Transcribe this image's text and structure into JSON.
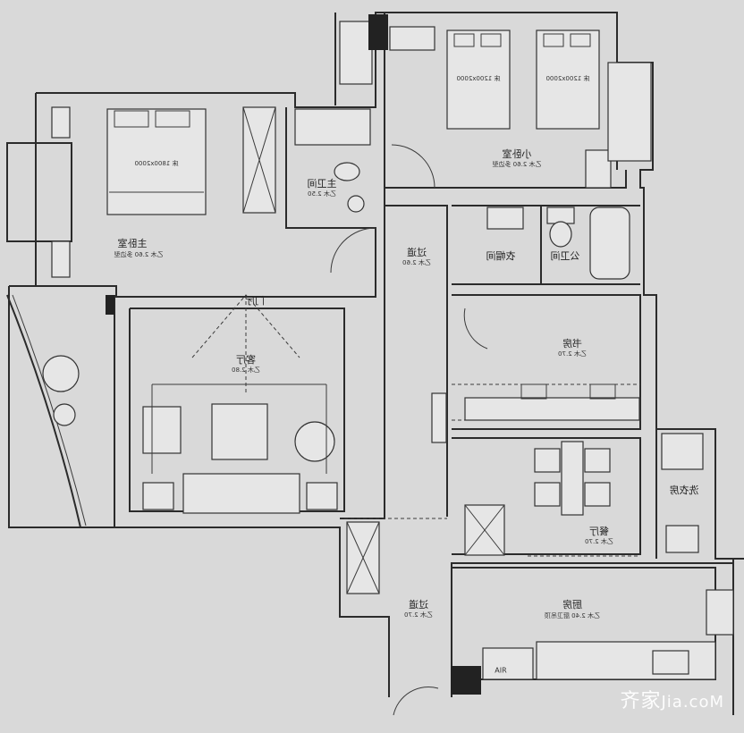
{
  "rooms": {
    "master_bedroom": {
      "label": "主卧室",
      "note": "乙木 2.60 多边型"
    },
    "living_room": {
      "label": "客厅",
      "note": "乙木 2.80"
    },
    "second_bedroom": {
      "label": "小卧室",
      "note": "乙木 2.60 多边型"
    },
    "study": {
      "label": "书房",
      "note": "乙木 2.70"
    },
    "dining": {
      "label": "餐厅",
      "note": "乙木 2.70"
    },
    "kitchen": {
      "label": "厨房",
      "note": "乙木 2.40 厨卫吊顶"
    },
    "corridor_upper": {
      "label": "过道",
      "note": "乙木 2.60"
    },
    "corridor_lower": {
      "label": "过道",
      "note": "乙木 2.70"
    },
    "master_bath": {
      "label": "主卫间",
      "note": "乙木 2.50"
    },
    "public_bath": {
      "label": "公卫间"
    },
    "cloakroom": {
      "label": "衣帽间"
    },
    "laundry": {
      "label": "洗衣房"
    },
    "foyer": {
      "label": "门厅"
    }
  },
  "bed_labels": {
    "master": "床 1800x2000",
    "twin_left": "床 1200x2000",
    "twin_right": "床 1200x2000"
  },
  "tags": {
    "air": "AIR"
  },
  "watermark": {
    "cn": "齐家",
    "en": "Jia.coM"
  }
}
